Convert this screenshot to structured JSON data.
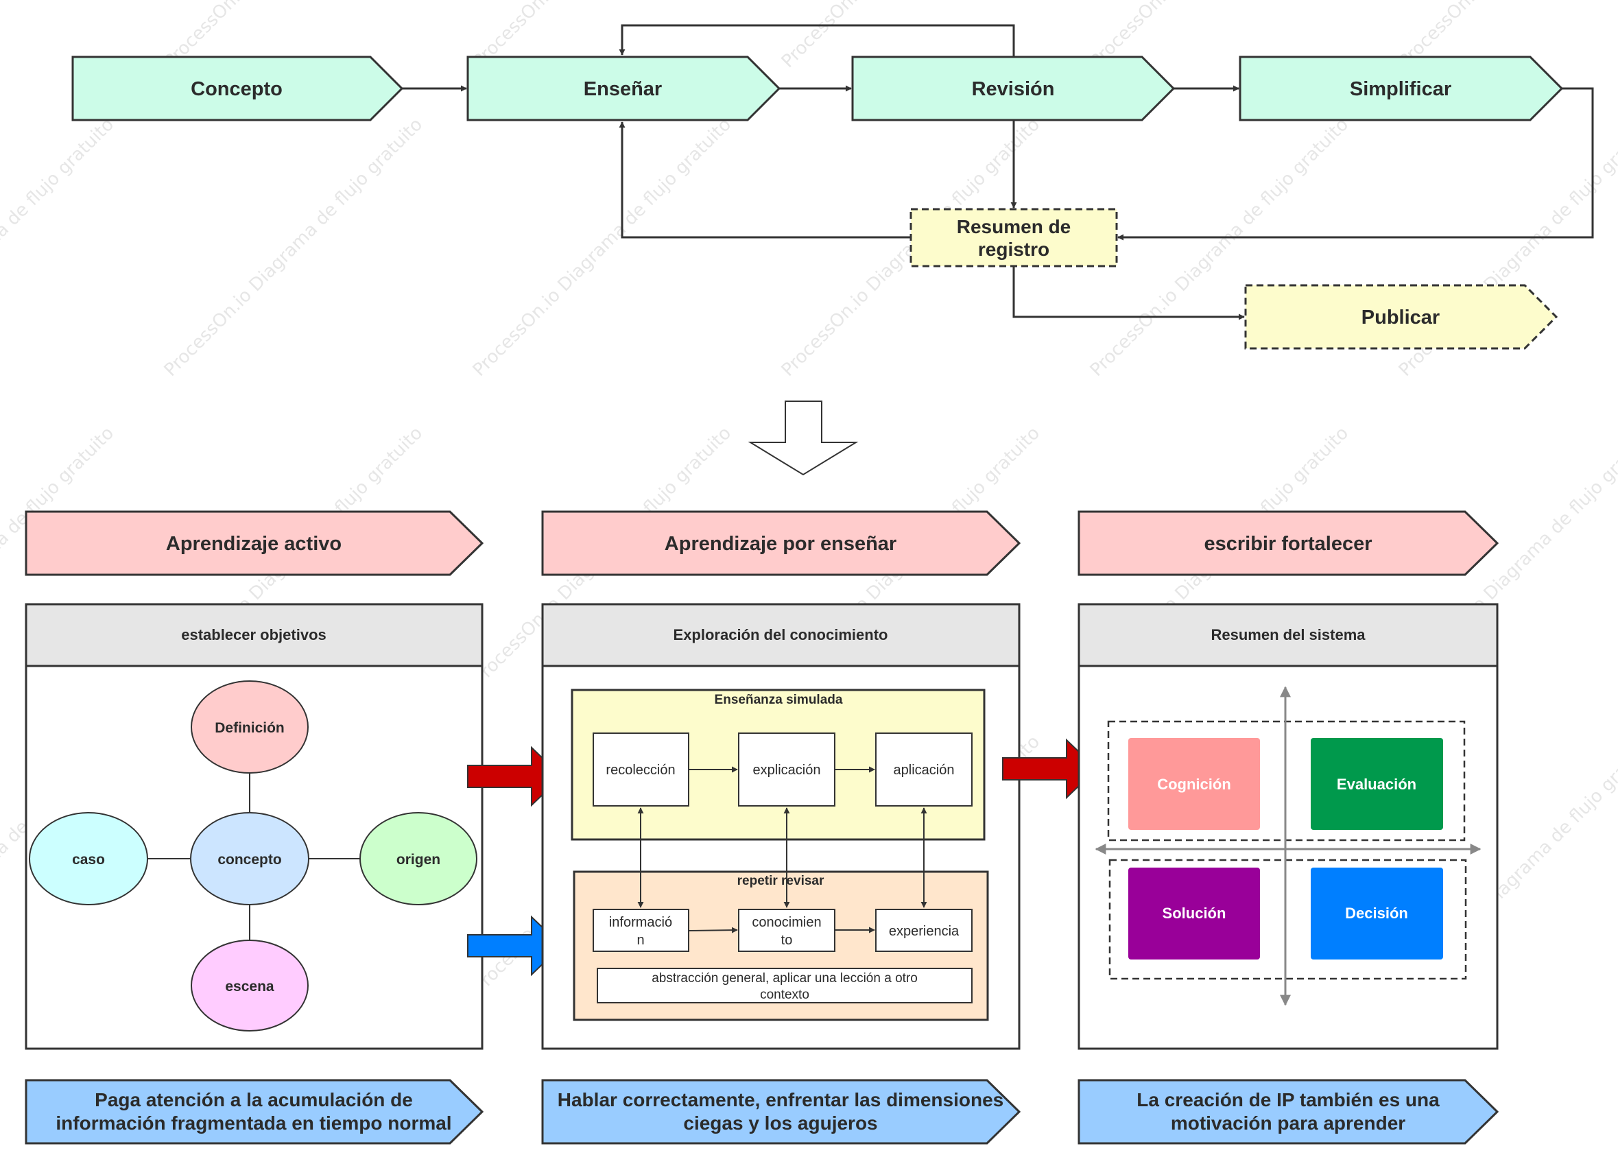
{
  "watermark": "ProcessOn.io Diagrama de flujo gratuito",
  "flow": {
    "concepto": "Concepto",
    "ensenar": "Enseñar",
    "revision": "Revisión",
    "simplificar": "Simplificar",
    "resumen": [
      "Resumen de",
      "registro"
    ],
    "publicar": "Publicar"
  },
  "headers": {
    "col1": "Aprendizaje activo",
    "col2": "Aprendizaje por enseñar",
    "col3": "escribir fortalecer"
  },
  "panel1": {
    "title": "establecer objetivos",
    "definicion": "Definición",
    "caso": "caso",
    "concepto": "concepto",
    "origen": "origen",
    "escena": "escena"
  },
  "panel2": {
    "title": "Exploración del conocimiento",
    "sim_title": "Enseñanza simulada",
    "recoleccion": "recolección",
    "explicacion": "explicación",
    "aplicacion": "aplicación",
    "rep_title": "repetir revisar",
    "informacion": [
      "informació",
      "n"
    ],
    "conocimiento": [
      "conocimien",
      "to"
    ],
    "experiencia": "experiencia",
    "abstraccion": [
      "abstracción general, aplicar una lección a otro",
      "contexto"
    ]
  },
  "panel3": {
    "title": "Resumen del sistema",
    "cognicion": "Cognición",
    "evaluacion": "Evaluación",
    "solucion": "Solución",
    "decision": "Decisión"
  },
  "footers": {
    "col1": [
      "Paga atención a la acumulación de",
      "información fragmentada en tiempo normal"
    ],
    "col2": [
      "Hablar correctamente, enfrentar las dimensiones",
      "ciegas y los agujeros"
    ],
    "col3": [
      "La creación de IP también es una",
      "motivación para aprender"
    ]
  },
  "colors": {
    "flow_fill": "#ccfce8",
    "yellow_fill": "#fdfccc",
    "header_fill": "#ffcccc",
    "footer_fill": "#99ccff",
    "panel_title_fill": "#e6e6e6",
    "cognicion": "#ff9999",
    "evaluacion": "#00994c",
    "solucion": "#990099",
    "decision": "#007fff",
    "red_arrow": "#cc0000",
    "blue_arrow": "#007fff"
  }
}
